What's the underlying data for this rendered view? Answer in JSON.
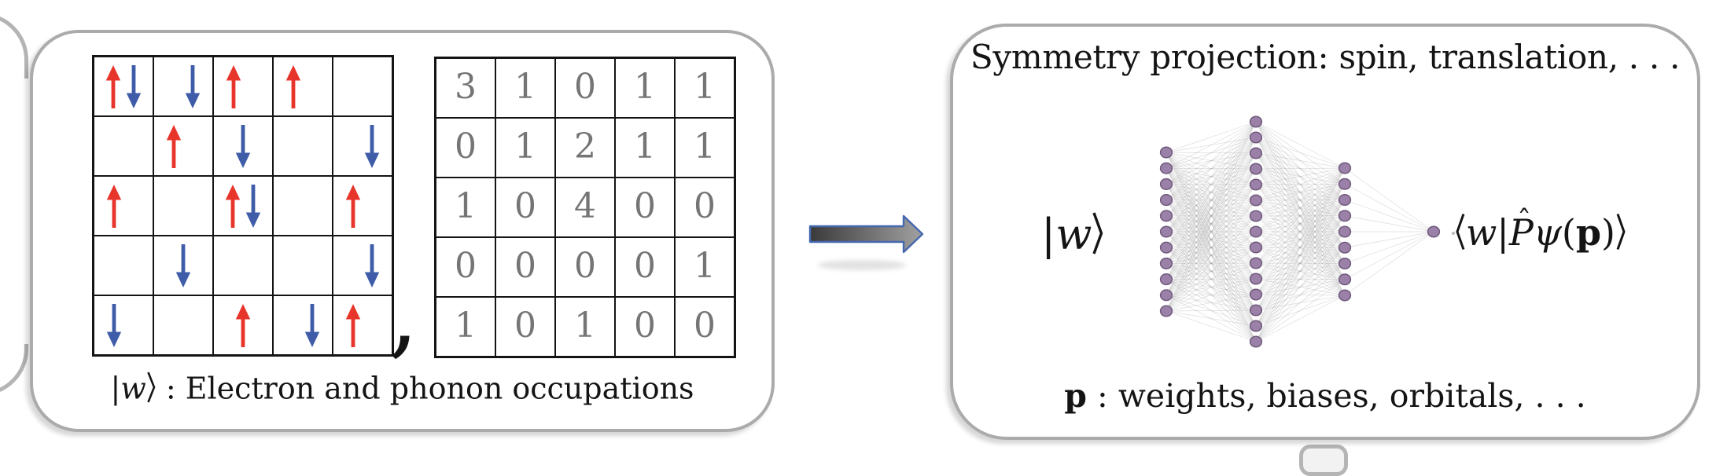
{
  "left_panel": {
    "caption": {
      "bar": "|",
      "w": "w",
      "rest": " : Electron and phonon occupations"
    },
    "separator_comma": ",",
    "spin_grid": {
      "rows": 5,
      "cols": 5,
      "legend": "u = red up-spin arrow, d = blue down-spin arrow, +/- = shifted right/left, empty = vacant site",
      "cells": [
        [
          "ud",
          "d+",
          "u-",
          "u-",
          ""
        ],
        [
          "",
          "u-",
          "d",
          "",
          "d+"
        ],
        [
          "u-",
          "",
          "ud",
          "",
          "u-"
        ],
        [
          "",
          "d",
          "",
          "",
          "d+"
        ],
        [
          "d-",
          "",
          "u",
          "d+",
          "u-"
        ]
      ]
    },
    "phonon_grid": {
      "rows": 5,
      "cols": 5,
      "values": [
        [
          3,
          1,
          0,
          1,
          1
        ],
        [
          0,
          1,
          2,
          1,
          1
        ],
        [
          1,
          0,
          4,
          0,
          0
        ],
        [
          0,
          0,
          0,
          0,
          1
        ],
        [
          1,
          0,
          1,
          0,
          0
        ]
      ]
    }
  },
  "flow_arrow": {
    "direction": "right"
  },
  "right_panel": {
    "title": "Symmetry projection: spin, translation, . . .",
    "input_label": {
      "bar": "|",
      "w": "w",
      "full": "|w⟩"
    },
    "output_label": {
      "w": "w",
      "bar": "|",
      "P": "P",
      "hat": "ˆ",
      "psi": "ψ",
      "paren_open": "(",
      "p": "p",
      "paren_close": ")",
      "full": "⟨w|P̂ψ(p)⟩"
    },
    "param_label": {
      "p": "p",
      "rest": " :  weights, biases, orbitals, . . ."
    },
    "network": {
      "layers": [
        11,
        15,
        9,
        1
      ]
    }
  },
  "colors": {
    "ink": "#141414",
    "spin_up": "#e8352b",
    "spin_down": "#3f5ca9",
    "grid_line": "#141414",
    "number_text": "#757575",
    "panel_border": "#ababab",
    "node_fill": "#9b80a7",
    "node_stroke": "#6f5a7d",
    "edge": "#8f8f8f",
    "arrow_dark": "#3a3a3a",
    "arrow_light": "#a1a1a1",
    "arrow_border": "#4468b0"
  }
}
